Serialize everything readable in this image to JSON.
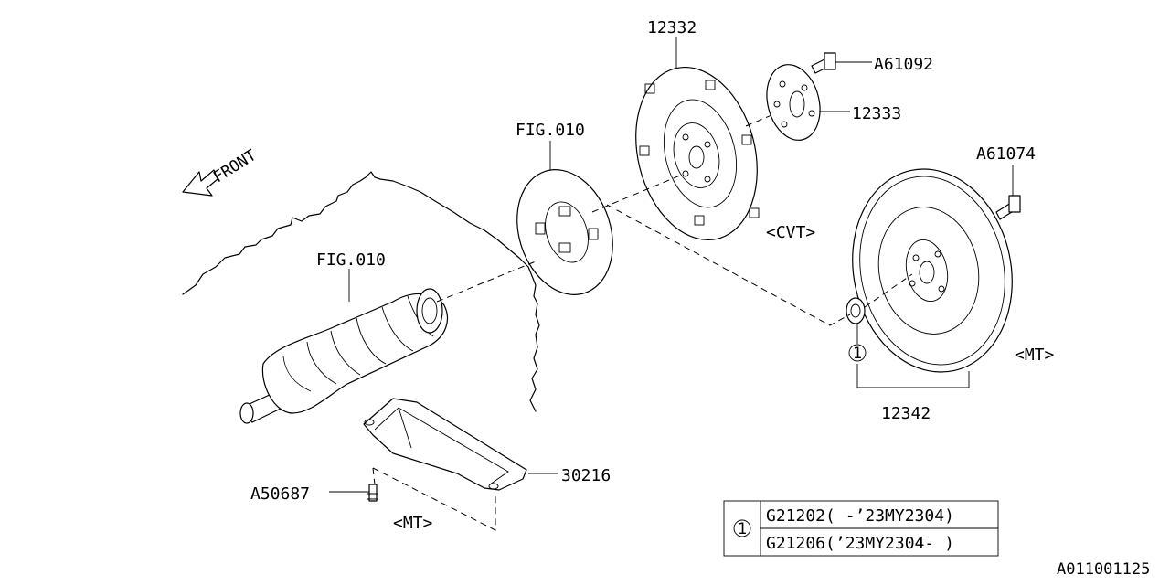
{
  "diagram": {
    "front_label": "FRONT",
    "fig_ref_top": "FIG.010",
    "fig_ref_left": "FIG.010",
    "variant_cvt": "<CVT>",
    "variant_mt_right": "<MT>",
    "variant_mt_bottom": "<MT>",
    "drawing_id": "A011001125"
  },
  "parts": {
    "drive_plate": "12332",
    "reinforcement_plate": "12333",
    "bolt_drive_plate": "A61092",
    "bolt_flywheel": "A61074",
    "flywheel_assembly": "12342",
    "oil_pan_cover": "30216",
    "bolt_cover": "A50687",
    "pilot_bearing_callout": "1"
  },
  "legend": {
    "callout": "1",
    "rows": [
      {
        "text": "G21202( -’23MY2304)"
      },
      {
        "text": "G21206(’23MY2304- )"
      }
    ]
  }
}
